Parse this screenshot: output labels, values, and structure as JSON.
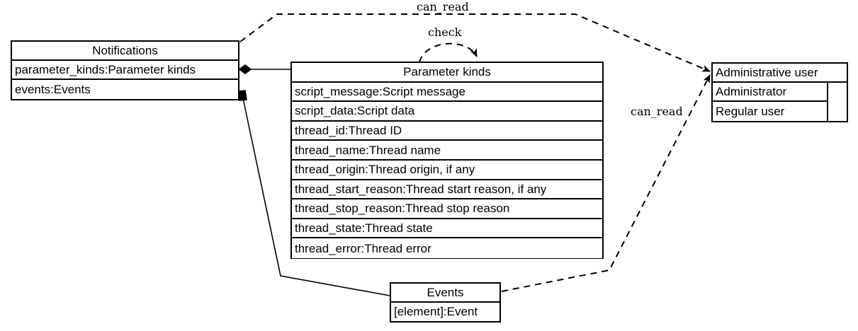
{
  "diagram": {
    "type": "uml-class-diagram",
    "stroke_color": "#000000",
    "background_color": "#ffffff"
  },
  "boxes": {
    "notifications": {
      "title": "Notifications",
      "attributes": [
        "parameter_kinds:Parameter kinds",
        "events:Events"
      ]
    },
    "parameter_kinds": {
      "title": "Parameter kinds",
      "attributes": [
        "script_message:Script message",
        "script_data:Script data",
        "thread_id:Thread ID",
        "thread_name:Thread name",
        "thread_origin:Thread origin, if any",
        "thread_start_reason:Thread start reason, if any",
        "thread_stop_reason:Thread stop reason",
        "thread_state:Thread state",
        "thread_error:Thread error"
      ]
    },
    "admin_user": {
      "title": "Administrative user",
      "attributes": [
        "Administrator",
        "Regular user"
      ]
    },
    "events": {
      "title": "Events",
      "attributes": [
        "[element]:Event"
      ]
    }
  },
  "edges": {
    "notifications_to_admin": {
      "label": "can_read"
    },
    "notifications_to_parameter_kinds": {
      "label": ""
    },
    "parameter_kinds_check": {
      "label": "check"
    },
    "events_to_admin": {
      "label": "can_read"
    },
    "notifications_to_events": {
      "label": ""
    }
  }
}
